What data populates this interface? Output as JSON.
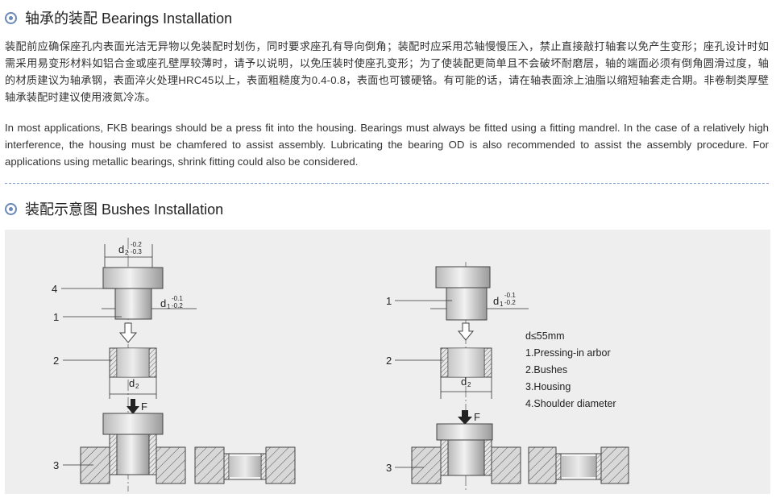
{
  "section1": {
    "title": "轴承的装配 Bearings Installation",
    "para_cn": "装配前应确保座孔内表面光洁无异物以免装配时划伤，同时要求座孔有导向倒角；装配时应采用芯轴慢慢压入，禁止直接敲打轴套以免产生变形；座孔设计时如需采用易变形材料如铝合金或座孔壁厚较薄时，请予以说明，以免压装时使座孔变形；为了使装配更简单且不会破坏耐磨层，轴的端面必须有倒角圆滑过度，轴的材质建议为轴承钢，表面淬火处理HRC45以上，表面粗糙度为0.4-0.8，表面也可镀硬铬。有可能的话，请在轴表面涂上油脂以缩短轴套走合期。非卷制类厚壁轴承装配时建议使用液氮冷冻。",
    "para_en": "In most applications, FKB bearings should be a press fit into the housing. Bearings must always be fitted using a fitting mandrel. In the case of a relatively high interference, the housing must be chamfered to assist assembly. Lubricating the bearing OD is also recommended to assist the assembly procedure. For applications using metallic bearings, shrink fitting could also be considered."
  },
  "section2": {
    "title": "装配示意图 Bushes  Installation"
  },
  "diagram": {
    "left": {
      "d2_label": "d",
      "d2_sub": "2",
      "d2_tol_upper": "-0.2",
      "d2_tol_lower": "-0.3",
      "d1_label": "d",
      "d1_sub": "1",
      "d1_tol_upper": "-0.1",
      "d1_tol_lower": "-0.2",
      "bush_d_label": "d",
      "bush_d_sub": "2",
      "callout_4": "4",
      "callout_1": "1",
      "callout_2": "2",
      "callout_3": "3",
      "force": "F"
    },
    "right": {
      "d1_label": "d",
      "d1_sub": "1",
      "d1_tol_upper": "-0.1",
      "d1_tol_lower": "-0.2",
      "bush_d_label": "d",
      "bush_d_sub": "2",
      "callout_1": "1",
      "callout_2": "2",
      "callout_3": "3",
      "force": "F"
    },
    "legend": {
      "size_note": "d≤55mm",
      "item1": "1.Pressing-in arbor",
      "item2": "2.Bushes",
      "item3": "3.Housing",
      "item4": "4.Shoulder diameter"
    }
  }
}
